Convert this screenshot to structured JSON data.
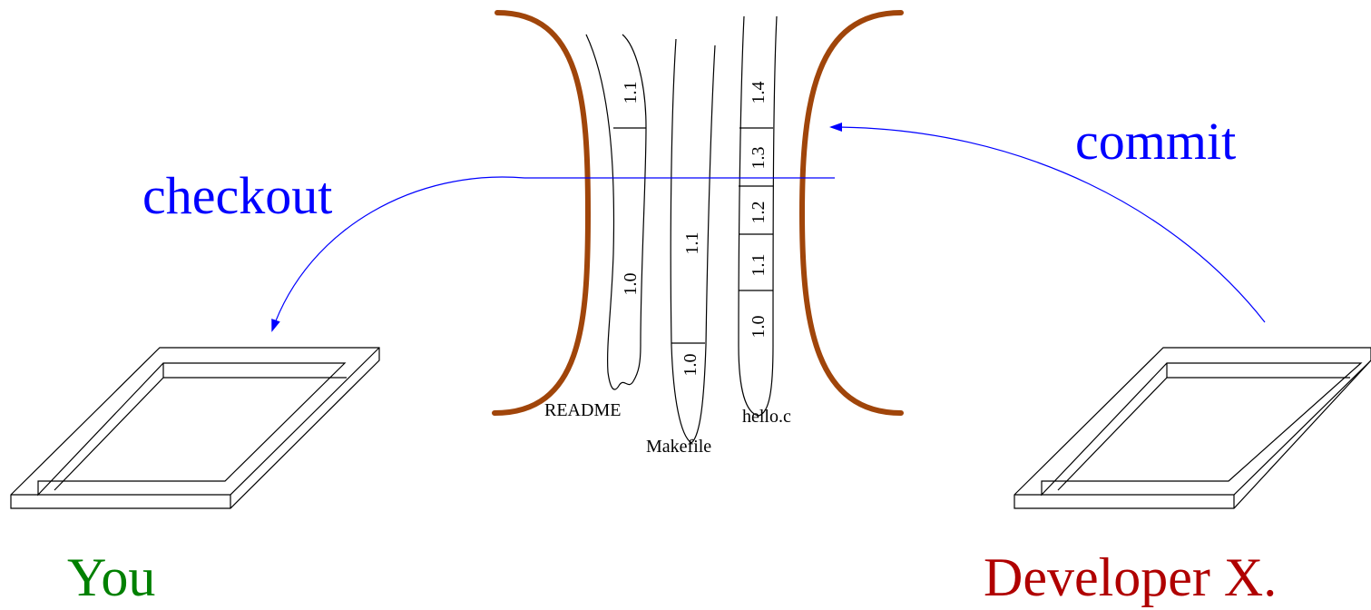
{
  "labels": {
    "checkout": "checkout",
    "commit": "commit",
    "you": "You",
    "developer": "Developer X."
  },
  "files": {
    "readme": {
      "name": "README",
      "versions": [
        "1.0",
        "1.1"
      ]
    },
    "makefile": {
      "name": "Makefile",
      "versions": [
        "1.0",
        "1.1"
      ]
    },
    "hello": {
      "name": "hello.c",
      "versions": [
        "1.0",
        "1.1",
        "1.2",
        "1.3",
        "1.4"
      ]
    }
  },
  "colors": {
    "arrow": "#0000ff",
    "bracket": "#a0450a",
    "you": "#008000",
    "developer": "#b00000",
    "line": "#000000"
  },
  "icons": {
    "left_tray": "workspace-tray-icon",
    "right_tray": "workspace-tray-icon"
  }
}
